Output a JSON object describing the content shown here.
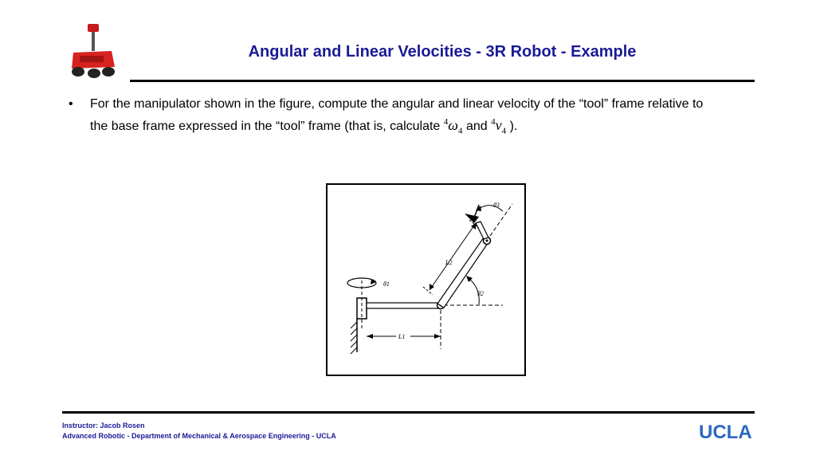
{
  "header": {
    "title": "Angular and Linear Velocities - 3R Robot - Example"
  },
  "content": {
    "bullet": "•",
    "text_line1": "For the manipulator shown in the figure, compute the angular and linear velocity of the “tool” frame relative to",
    "text_line2_a": "the base frame expressed in the “tool” frame (that is, calculate",
    "omega_sup": "4",
    "omega_sym": "ω",
    "omega_sub": "4",
    "and_word": "and",
    "v_sup": "4",
    "v_sym": "v",
    "v_sub": "4",
    "text_line2_end": ")."
  },
  "figure": {
    "theta1": "θ1",
    "theta2": "θ2",
    "theta3": "θ3",
    "L1": "L1",
    "L2": "L2"
  },
  "footer": {
    "instructor": "Instructor: Jacob Rosen",
    "course": "Advanced Robotic -  Department of Mechanical & Aerospace Engineering - UCLA",
    "logo_text": "UCLA"
  },
  "icons": {
    "robot_logo": "robot-icon"
  }
}
